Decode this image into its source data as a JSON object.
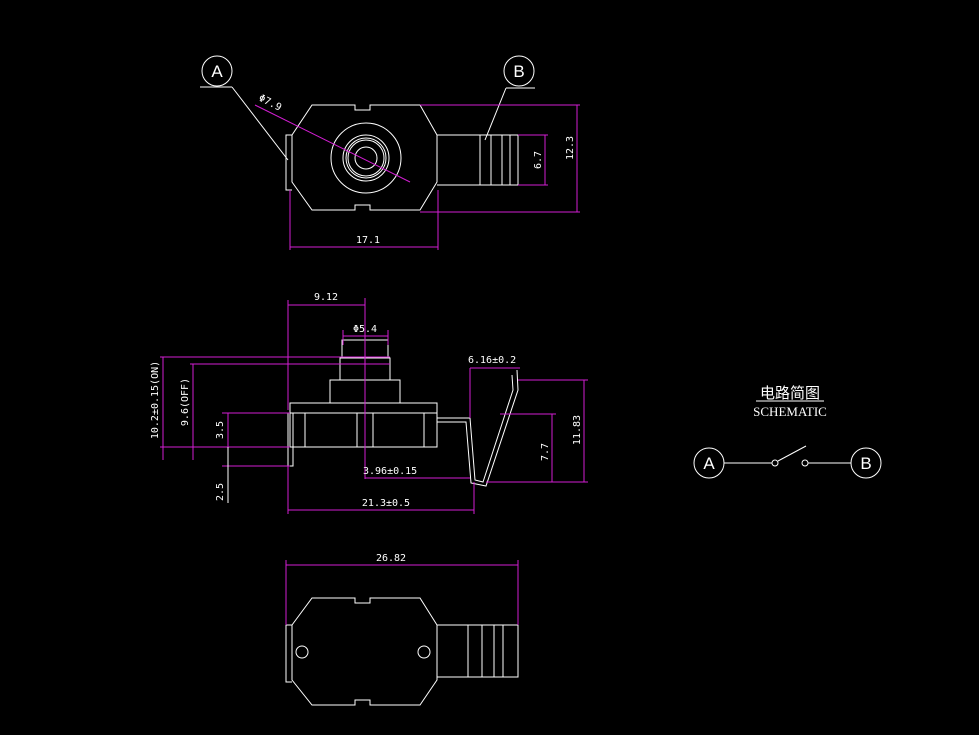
{
  "labels": {
    "a": "A",
    "b": "B"
  },
  "dimensions": {
    "top_diameter": "Φ7.9",
    "top_width": "17.1",
    "top_tab_height": "6.7",
    "top_height": "12.3",
    "side_offset": "9.12",
    "side_button_diameter": "Φ5.4",
    "side_terminal_width": "6.16±0.2",
    "side_height_on": "10.2±0.15(ON)",
    "side_height_off": "9.6(OFF)",
    "side_body_height": "3.5",
    "side_pin_length": "2.5",
    "side_pin_offset": "3.96±0.15",
    "side_width": "21.3±0.5",
    "side_terminal_height_small": "7.7",
    "side_terminal_height": "11.83",
    "bottom_width": "26.82"
  },
  "schematic": {
    "title": "电路简图",
    "subtitle": "SCHEMATIC",
    "terminal_a": "A",
    "terminal_b": "B"
  },
  "colors": {
    "background": "#000000",
    "outline": "#ffffff",
    "dimension": "#d21ed2"
  }
}
